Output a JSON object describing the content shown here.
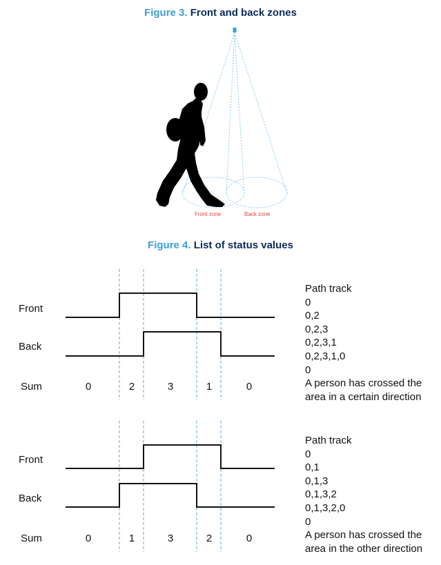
{
  "figure3": {
    "number": "Figure 3.",
    "title": "Front and back zones",
    "front_zone_label": "Front zone",
    "back_zone_label": "Back zone"
  },
  "figure4": {
    "number": "Figure 4.",
    "title": "List of status values"
  },
  "diagram1": {
    "front_label": "Front",
    "back_label": "Back",
    "sum_label": "Sum",
    "sums": [
      "0",
      "2",
      "3",
      "1",
      "0"
    ],
    "path_lines": [
      "Path track",
      "0",
      "0,2",
      "0,2,3",
      "0,2,3,1",
      "0,2,3,1,0",
      "0",
      "A person has crossed the",
      "area in a certain direction"
    ]
  },
  "diagram2": {
    "front_label": "Front",
    "back_label": "Back",
    "sum_label": "Sum",
    "sums": [
      "0",
      "1",
      "3",
      "2",
      "0"
    ],
    "path_lines": [
      "Path track",
      "0",
      "0,1",
      "0,1,3",
      "0,1,3,2",
      "0,1,3,2,0",
      "0",
      "A person has crossed the",
      "area in the other direction"
    ]
  }
}
